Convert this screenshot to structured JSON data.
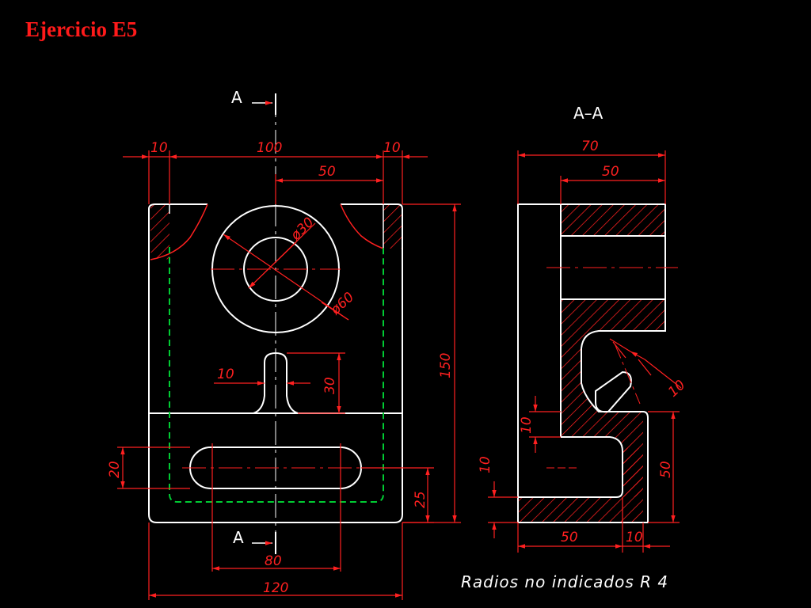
{
  "title": "Ejercicio E5",
  "section_labels": {
    "top": "A",
    "bottom": "A",
    "view": "A–A"
  },
  "front_dims": {
    "d10_left": "10",
    "d100": "100",
    "d10_right": "10",
    "d50": "50",
    "d_phi30": "ø30",
    "d_phi60": "ø60",
    "d10_slot": "10",
    "d30_slot": "30",
    "d150": "150",
    "d20": "20",
    "d25": "25",
    "d80": "80",
    "d120": "120"
  },
  "side_dims": {
    "d70": "70",
    "d50_top": "50",
    "d10_incl": "10",
    "d10_step": "10",
    "d10_base": "10",
    "d50_right": "50",
    "d50_bottom": "50",
    "d10_bottom": "10"
  },
  "note": "Radios no indicados R 4",
  "colors": {
    "background": "#000000",
    "outline": "#ffffff",
    "dimension": "#ff2020",
    "hidden": "#00cc33",
    "title": "#ff1a1a"
  }
}
